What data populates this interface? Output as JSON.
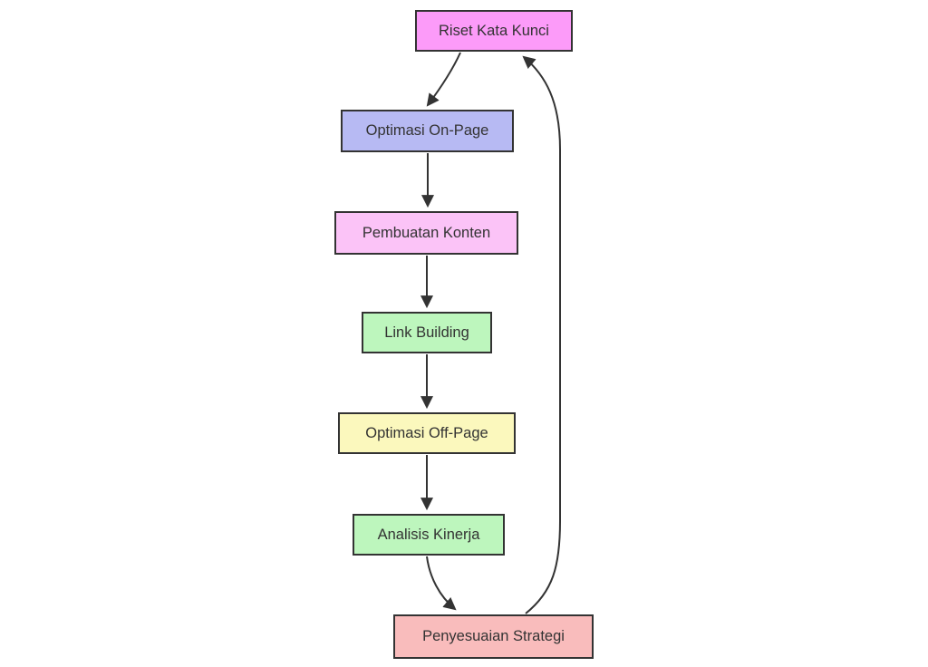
{
  "diagram": {
    "type": "flowchart",
    "background_color": "#ffffff",
    "edge_color": "#333333",
    "text_color": "#333333",
    "node_border_color": "#333333",
    "nodes": [
      {
        "id": "riset",
        "label": "Riset Kata Kunci",
        "fill": "#fc9bf9"
      },
      {
        "id": "onpage",
        "label": "Optimasi On-Page",
        "fill": "#b7baf3"
      },
      {
        "id": "konten",
        "label": "Pembuatan Konten",
        "fill": "#fbc3f7"
      },
      {
        "id": "link",
        "label": "Link Building",
        "fill": "#bdf6bd"
      },
      {
        "id": "offpage",
        "label": "Optimasi Off-Page",
        "fill": "#fbf8bd"
      },
      {
        "id": "analisis",
        "label": "Analisis Kinerja",
        "fill": "#bdf6bd"
      },
      {
        "id": "strategi",
        "label": "Penyesuaian Strategi",
        "fill": "#f9bcbc"
      }
    ],
    "edges": [
      {
        "from": "Riset Kata Kunci",
        "to": "Optimasi On-Page"
      },
      {
        "from": "Optimasi On-Page",
        "to": "Pembuatan Konten"
      },
      {
        "from": "Pembuatan Konten",
        "to": "Link Building"
      },
      {
        "from": "Link Building",
        "to": "Optimasi Off-Page"
      },
      {
        "from": "Optimasi Off-Page",
        "to": "Analisis Kinerja"
      },
      {
        "from": "Analisis Kinerja",
        "to": "Penyesuaian Strategi"
      },
      {
        "from": "Penyesuaian Strategi",
        "to": "Riset Kata Kunci"
      }
    ]
  }
}
